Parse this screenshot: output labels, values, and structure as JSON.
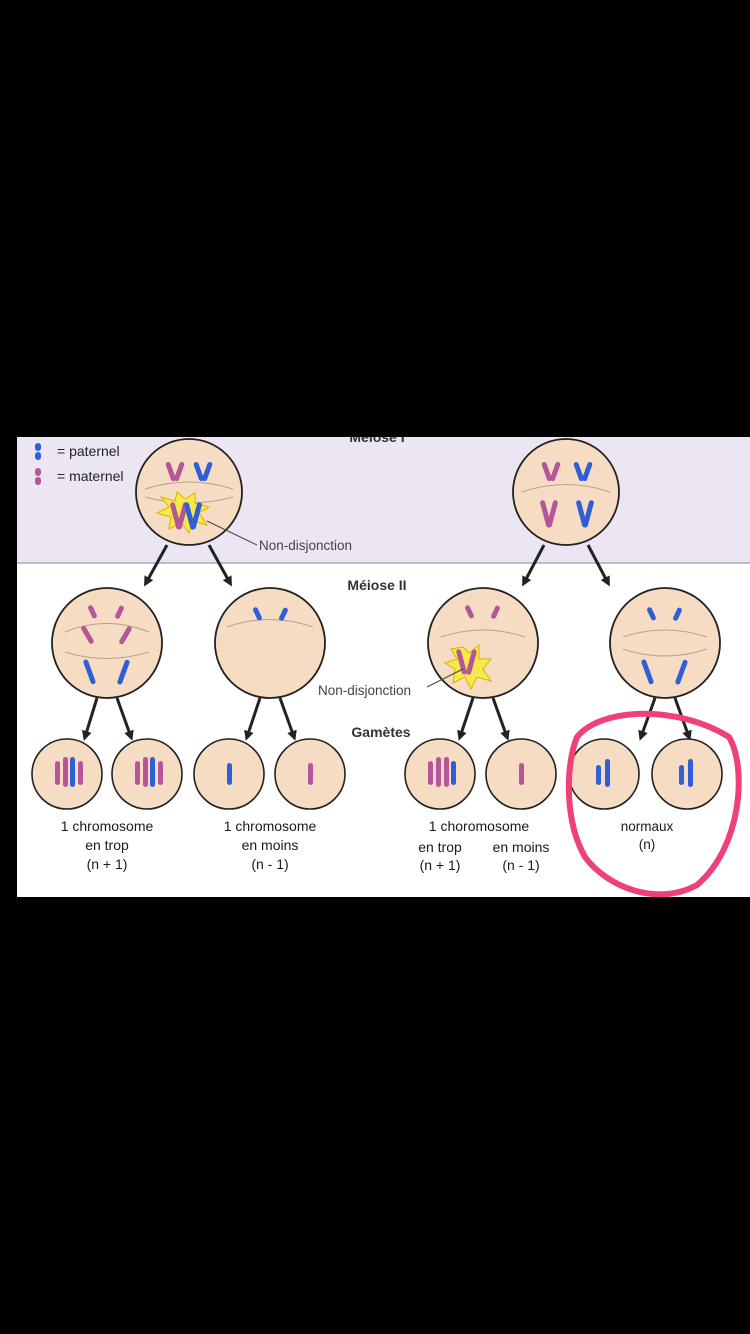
{
  "figure": {
    "legend": {
      "paternal": "= paternel",
      "maternal": "= maternel"
    },
    "stages": {
      "meiosis1": "Méiose I",
      "meiosis2": "Méiose II",
      "gametes": "Gamètes"
    },
    "annotations": {
      "nondisjunction_left": "Non-disjonction",
      "nondisjunction_right": "Non-disjonction"
    },
    "captions": {
      "left_extra": {
        "line1": "1 chromosome",
        "line2": "en trop",
        "line3": "(n + 1)"
      },
      "left_missing": {
        "line1": "1 chromosome",
        "line2": "en moins",
        "line3": "(n - 1)"
      },
      "right_header": "1 choromosome",
      "right_extra": {
        "line2": "en trop",
        "line3": "(n + 1)"
      },
      "right_missing": {
        "line2": "en moins",
        "line3": "(n - 1)"
      },
      "normal": {
        "line1": "normaux",
        "line2": "(n)"
      }
    },
    "colors": {
      "paternal": "#2f5fd6",
      "maternal": "#b5559a",
      "cell_fill": "#f6dcc2",
      "highlight": "#f0407a",
      "band": "#ece6f2"
    }
  }
}
